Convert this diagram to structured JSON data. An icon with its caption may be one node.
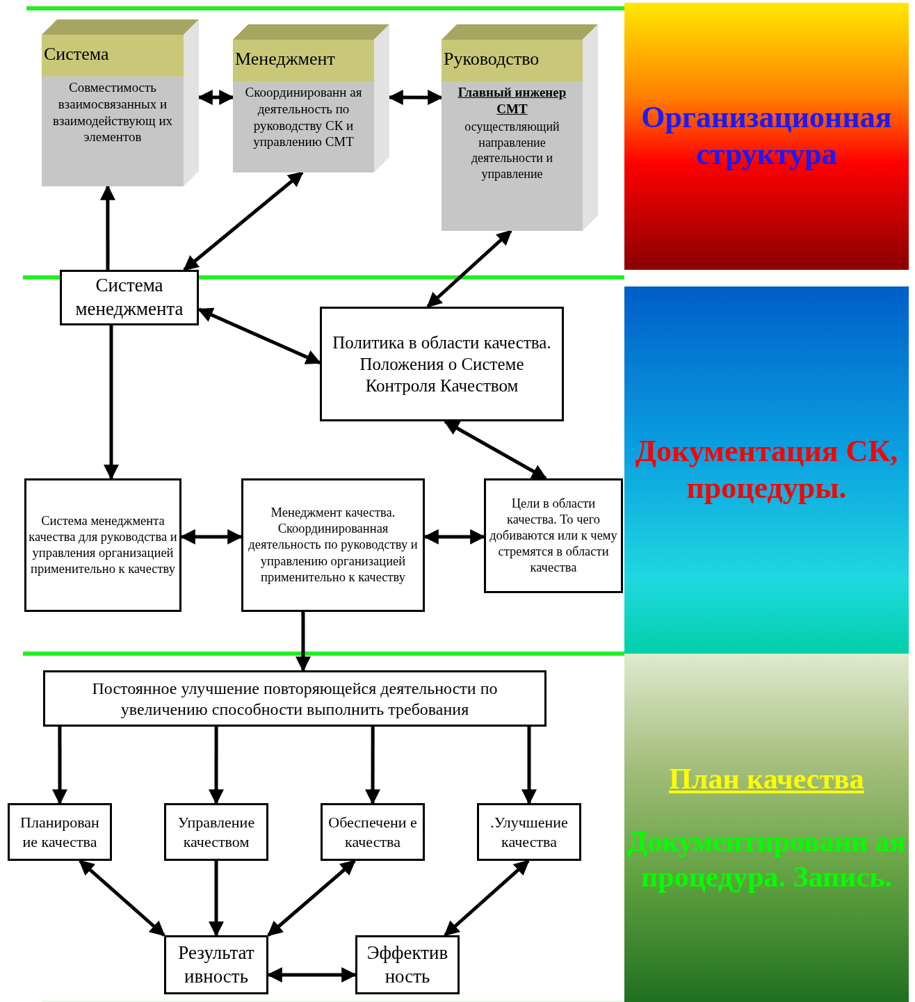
{
  "diagram": {
    "nodes": [
      {
        "text": [
          "Система",
          "Совместимость взаимосвязанных и взаимодействующ их элементов"
        ]
      },
      {
        "text": [
          "Менеджмент",
          "Скоординированн ая деятельность по руководству СК и управлению СМТ"
        ]
      },
      {
        "text": [
          "Руководство",
          "Главный инженер СМТ",
          "осуществляющий направление деятельности и управление"
        ]
      },
      {
        "text": [
          "Организационная структура"
        ]
      },
      {
        "text": [
          "Система менеджмента"
        ]
      },
      {
        "text": [
          "Политика в области качества. Положения о Системе Контроля Качеством"
        ]
      },
      {
        "text": [
          "Система менеджмента качества для руководства и управления организацией применительно к качеству"
        ]
      },
      {
        "text": [
          "Менеджмент качества. Скоординированная деятельность по руководству и управлению организацией применительно к качеству"
        ]
      },
      {
        "text": [
          "Цели в области качества. То чего добиваются или к чему стремятся в области качества"
        ]
      },
      {
        "text": [
          "Документация СК, процедуры."
        ]
      },
      {
        "text": [
          "Постоянное улучшение повторяющейся деятельности по увеличению способности выполнить требования"
        ]
      },
      {
        "text": [
          "Планирован ие качества"
        ]
      },
      {
        "text": [
          "Управление качеством"
        ]
      },
      {
        "text": [
          "Обеспечени е качества"
        ]
      },
      {
        "text": [
          ".Улучшение качества"
        ]
      },
      {
        "text": [
          "Результат ивность"
        ]
      },
      {
        "text": [
          "Эффектив ность"
        ]
      },
      {
        "text": [
          "План качества",
          "Документированн ая процедура. Запись."
        ]
      }
    ],
    "edges": [
      {
        "from": 0,
        "to": 1,
        "arrow": "both"
      },
      {
        "from": 1,
        "to": 2,
        "arrow": "both"
      },
      {
        "from": 4,
        "to": 0,
        "arrow": "to"
      },
      {
        "from": 4,
        "to": 1,
        "arrow": "both"
      },
      {
        "from": 5,
        "to": 2,
        "arrow": "both"
      },
      {
        "from": 4,
        "to": 5,
        "arrow": "both"
      },
      {
        "from": 4,
        "to": 6,
        "arrow": "to"
      },
      {
        "from": 5,
        "to": 8,
        "arrow": "both"
      },
      {
        "from": 6,
        "to": 7,
        "arrow": "both"
      },
      {
        "from": 7,
        "to": 8,
        "arrow": "both"
      },
      {
        "from": 7,
        "to": 10,
        "arrow": "to"
      },
      {
        "from": 10,
        "to": 11,
        "arrow": "to"
      },
      {
        "from": 10,
        "to": 12,
        "arrow": "to"
      },
      {
        "from": 10,
        "to": 13,
        "arrow": "to"
      },
      {
        "from": 10,
        "to": 14,
        "arrow": "to"
      },
      {
        "from": 11,
        "to": 15,
        "arrow": "both"
      },
      {
        "from": 12,
        "to": 15,
        "arrow": "to"
      },
      {
        "from": 13,
        "to": 15,
        "arrow": "both"
      },
      {
        "from": 14,
        "to": 16,
        "arrow": "both"
      },
      {
        "from": 15,
        "to": 16,
        "arrow": "both"
      }
    ]
  }
}
